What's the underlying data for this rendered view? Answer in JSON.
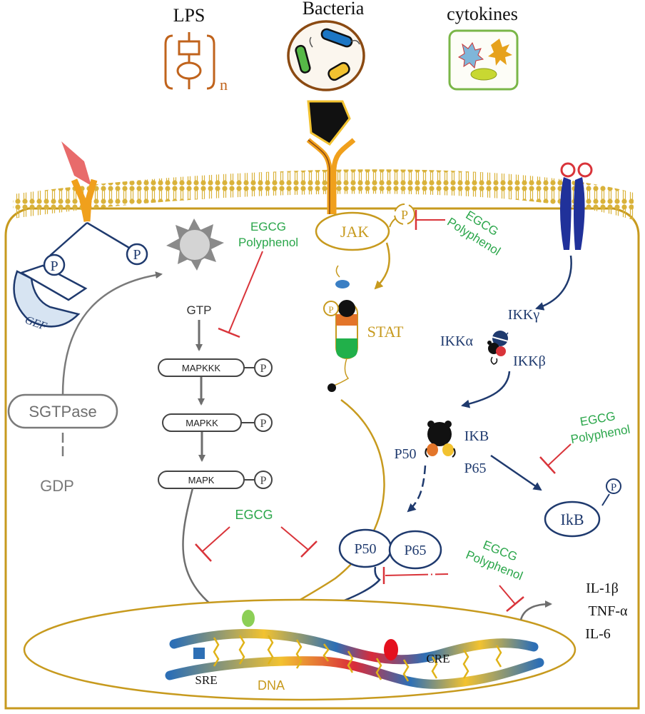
{
  "stimuli": {
    "lps": "LPS",
    "lps_subscript": "n",
    "bacteria": "Bacteria",
    "cytokines": "cytokines"
  },
  "left_pathway": {
    "phospho": "P",
    "gef": "GEF",
    "sgtpase": "SGTPase",
    "gdp": "GDP",
    "gtp": "GTP"
  },
  "mapk_cascade": {
    "mapkkk": "MAPKKK",
    "mapkk": "MAPKK",
    "mapk": "MAPK",
    "phospho": "P"
  },
  "jak_stat": {
    "jak": "JAK",
    "stat": "STAT",
    "phospho": "P"
  },
  "nfkb": {
    "ikk_gamma": "IKKγ",
    "ikk_alpha": "IKKα",
    "ikk_beta": "IKKβ",
    "ikb": "IKB",
    "p50": "P50",
    "p65": "P65",
    "free_ikb": "IkB",
    "phospho": "P",
    "dimer_p50": "P50",
    "dimer_p65": "P65"
  },
  "inhibitors": {
    "egcg_poly_mapk": [
      "EGCG",
      "Polyphenol"
    ],
    "egcg_poly_jak": [
      "EGCG",
      "Polyphenol"
    ],
    "egcg_poly_ikb": [
      "EGCG",
      "Polyphenol"
    ],
    "egcg_center": "EGCG",
    "egcg_poly_nucleus": [
      "EGCG",
      "Polyphenol"
    ]
  },
  "outputs": {
    "il1b": "IL-1β",
    "tnfa": "TNF-α",
    "il6": "IL-6"
  },
  "nucleus": {
    "sre": "SRE",
    "dna": "DNA",
    "cre": "CRE"
  },
  "colors": {
    "navy": "#1f3a6e",
    "gray": "#6e6e6e",
    "gold": "#c79a1e",
    "green_text": "#2aa64a",
    "inhibit_red": "#d9343a",
    "lps_orange": "#c0631c"
  }
}
